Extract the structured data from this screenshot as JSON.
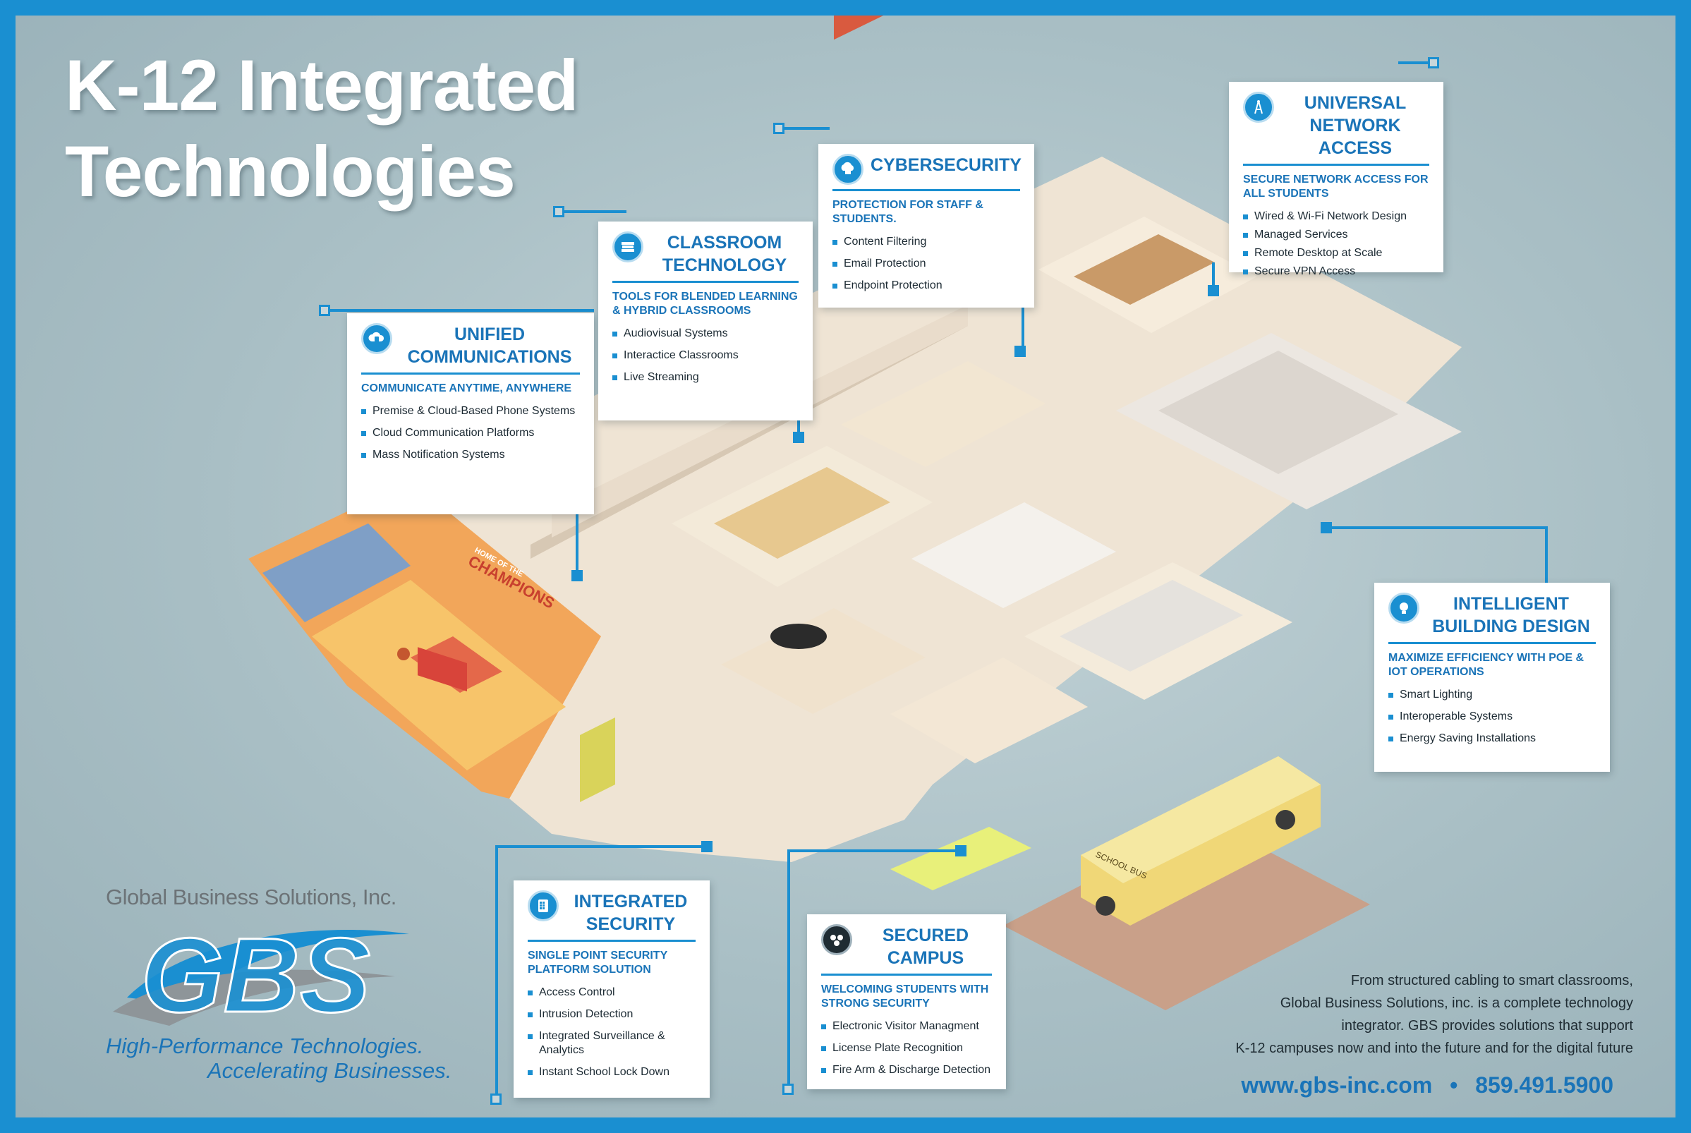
{
  "title": {
    "line1": "K-12 Integrated",
    "line2": "Technologies"
  },
  "colors": {
    "accent": "#1a8fd1",
    "heading": "#1a74b8",
    "background": "#a9bfc5"
  },
  "cards": {
    "unified": {
      "icon": "cloud-phone-icon",
      "title": "Unified Communications",
      "subtitle": "Communicate Anytime, Anywhere",
      "items": [
        "Premise & Cloud-Based Phone Systems",
        "Cloud Communication Platforms",
        "Mass Notification Systems"
      ]
    },
    "classroom": {
      "icon": "books-icon",
      "title": "Classroom Technology",
      "subtitle": "Tools for Blended Learning & Hybrid Classrooms",
      "items": [
        "Audiovisual Systems",
        "Interactice Classrooms",
        "Live Streaming"
      ]
    },
    "cyber": {
      "icon": "lock-cloud-icon",
      "title": "Cybersecurity",
      "subtitle": "Protection for Staff & Students.",
      "items": [
        "Content Filtering",
        "Email Protection",
        "Endpoint Protection"
      ]
    },
    "network": {
      "icon": "antenna-icon",
      "title": "Universal Network Access",
      "subtitle": "Secure Network Access for All Students",
      "items": [
        "Wired & Wi-Fi Network Design",
        "Managed Services",
        "Remote Desktop at Scale",
        "Secure VPN Access"
      ]
    },
    "building": {
      "icon": "lightbulb-icon",
      "title": "Intelligent Building Design",
      "subtitle": "Maximize Efficiency with PoE & IoT Operations",
      "items": [
        "Smart Lighting",
        "Interoperable Systems",
        "Energy Saving Installations"
      ]
    },
    "security": {
      "icon": "keypad-icon",
      "title": "Integrated Security",
      "subtitle": "Single Point Security Platform Solution",
      "items": [
        "Access Control",
        "Intrusion Detection",
        "Integrated Surveillance & Analytics",
        "Instant School Lock Down"
      ]
    },
    "campus": {
      "icon": "cameras-icon",
      "title": "Secured Campus",
      "subtitle": "Welcoming Students with Strong Security",
      "items": [
        "Electronic Visitor Managment",
        "License Plate Recognition",
        "Fire Arm & Discharge Detection"
      ]
    }
  },
  "illustration": {
    "gym_banner_small": "HOME OF THE",
    "gym_banner": "CHAMPIONS",
    "bus_label": "SCHOOL BUS"
  },
  "company": {
    "name": "Global Business Solutions, Inc.",
    "logo_text": "GBS",
    "tagline1": "High-Performance Technologies.",
    "tagline2": "Accelerating Businesses."
  },
  "blurb": {
    "line1": "From structured cabling to smart classrooms,",
    "line2": "Global Business Solutions, inc. is a complete technology",
    "line3": "integrator.  GBS provides solutions that support",
    "line4": "K-12 campuses now and into the future and for the digital future"
  },
  "contact": {
    "website": "www.gbs-inc.com",
    "separator": "•",
    "phone": "859.491.5900"
  }
}
